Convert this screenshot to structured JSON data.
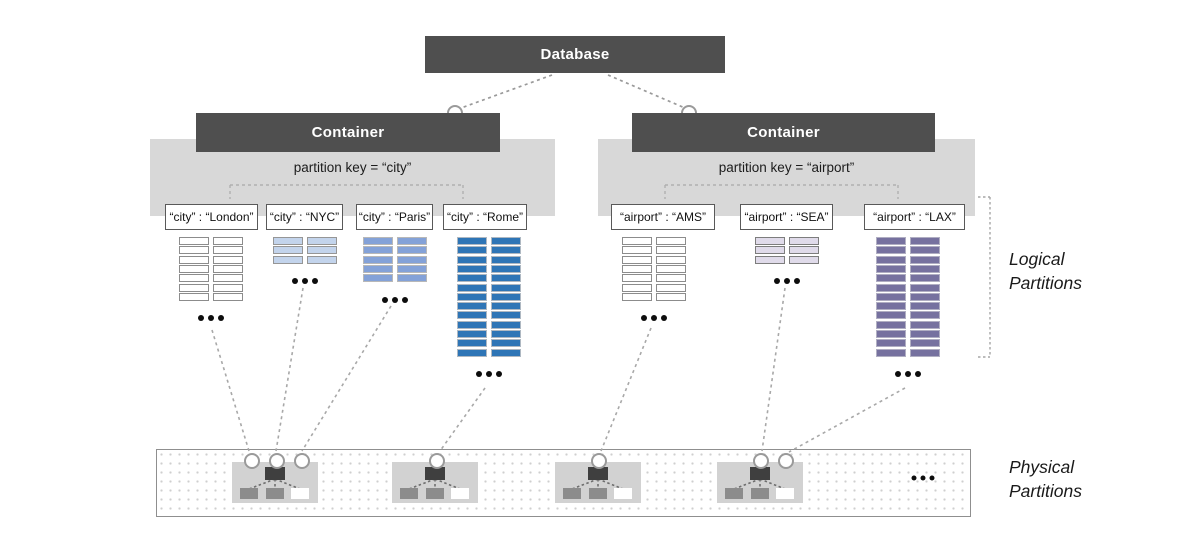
{
  "database": {
    "label": "Database"
  },
  "containers": [
    {
      "label": "Container",
      "partition_key": "partition key = “city”",
      "partitions": [
        {
          "label": "“city” : “London”",
          "doc_rows": 7,
          "fill": "#ffffff",
          "border": "#8c8c8c"
        },
        {
          "label": "“city” : “NYC”",
          "doc_rows": 3,
          "fill": "#c3d4ec",
          "border": "#969696"
        },
        {
          "label": "“city” : “Paris”",
          "doc_rows": 5,
          "fill": "#84a2d8",
          "border": "#b8b8b8"
        },
        {
          "label": "“city” : “Rome”",
          "doc_rows": 13,
          "fill": "#2e75b6",
          "border": "#aeb8c2"
        }
      ]
    },
    {
      "label": "Container",
      "partition_key": "partition key = “airport”",
      "partitions": [
        {
          "label": "“airport” : “AMS”",
          "doc_rows": 7,
          "fill": "#ffffff",
          "border": "#8c8c8c"
        },
        {
          "label": "“airport” : “SEA”",
          "doc_rows": 3,
          "fill": "#e0dbea",
          "border": "#7d7d7d"
        },
        {
          "label": "“airport” : “LAX”",
          "doc_rows": 13,
          "fill": "#76719f",
          "border": "#b0aec2"
        }
      ]
    }
  ],
  "annotations": {
    "logical": "Logical Partitions",
    "physical": "Physical Partitions"
  },
  "physical_band": {
    "cluster_count": 4,
    "ellipsis": "•••"
  },
  "ellipsis": "•••",
  "colors": {
    "node_dark": "#4f4f4f",
    "band_gray": "#d8d8d8",
    "connector_gray": "#a8a8a8"
  }
}
